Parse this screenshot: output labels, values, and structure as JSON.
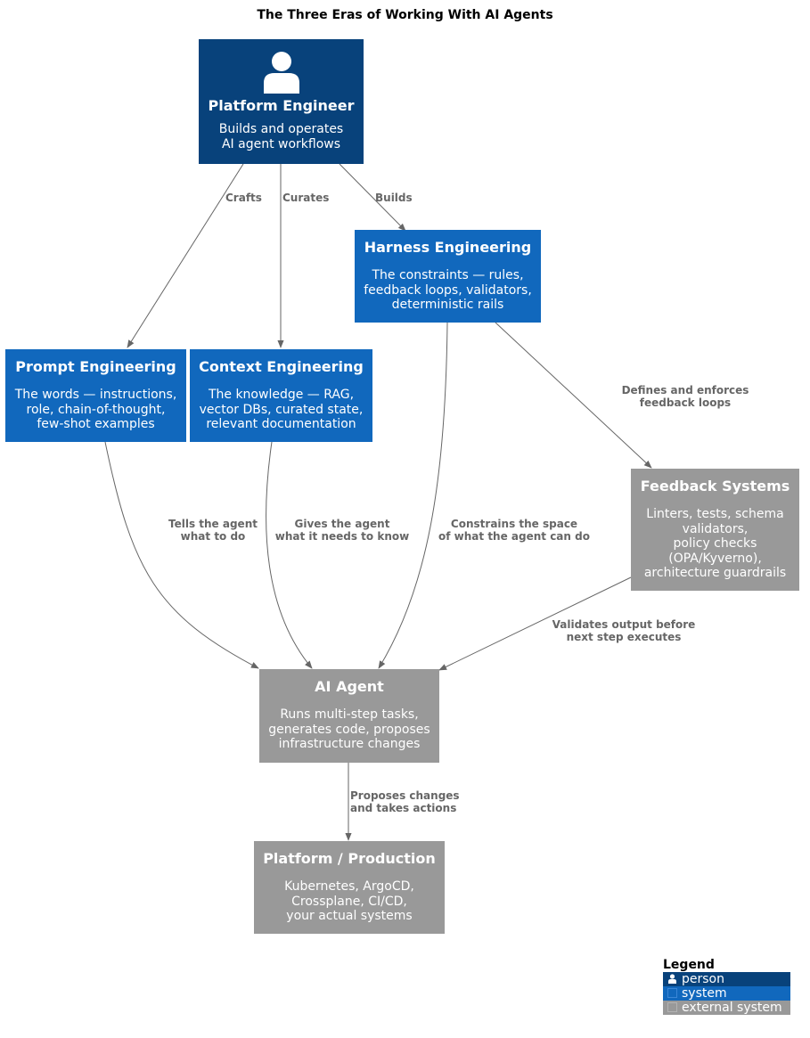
{
  "title": "The Three Eras of Working With AI Agents",
  "nodes": {
    "platform_engineer": {
      "name": "Platform Engineer",
      "desc": "Builds and operates\nAI agent workflows"
    },
    "harness": {
      "name": "Harness Engineering",
      "desc": "The constraints — rules,\nfeedback loops, validators,\ndeterministic rails"
    },
    "prompt": {
      "name": "Prompt Engineering",
      "desc": "The words — instructions,\nrole, chain-of-thought,\nfew-shot examples"
    },
    "context": {
      "name": "Context Engineering",
      "desc": "The knowledge — RAG,\nvector DBs, curated state,\nrelevant documentation"
    },
    "feedback": {
      "name": "Feedback Systems",
      "desc": "Linters, tests, schema\nvalidators,\npolicy checks\n(OPA/Kyverno),\narchitecture guardrails"
    },
    "agent": {
      "name": "AI Agent",
      "desc": "Runs multi-step tasks,\ngenerates code, proposes\ninfrastructure changes"
    },
    "production": {
      "name": "Platform / Production",
      "desc": "Kubernetes, ArgoCD,\nCrossplane, CI/CD,\nyour actual systems"
    }
  },
  "edges": {
    "crafts": "Crafts",
    "curates": "Curates",
    "builds": "Builds",
    "defines": "Defines and enforces\nfeedback loops",
    "tells": "Tells the agent\nwhat to do",
    "gives": "Gives the agent\nwhat it needs to know",
    "constrains": "Constrains the space\nof what the agent can do",
    "validates": "Validates output before\nnext step executes",
    "proposes": "Proposes changes\nand takes actions"
  },
  "legend": {
    "title": "Legend",
    "person": "person",
    "system": "system",
    "external": "external system"
  },
  "colors": {
    "person": "#08427b",
    "system": "#1168bd",
    "external": "#999999",
    "edge": "#666666"
  }
}
